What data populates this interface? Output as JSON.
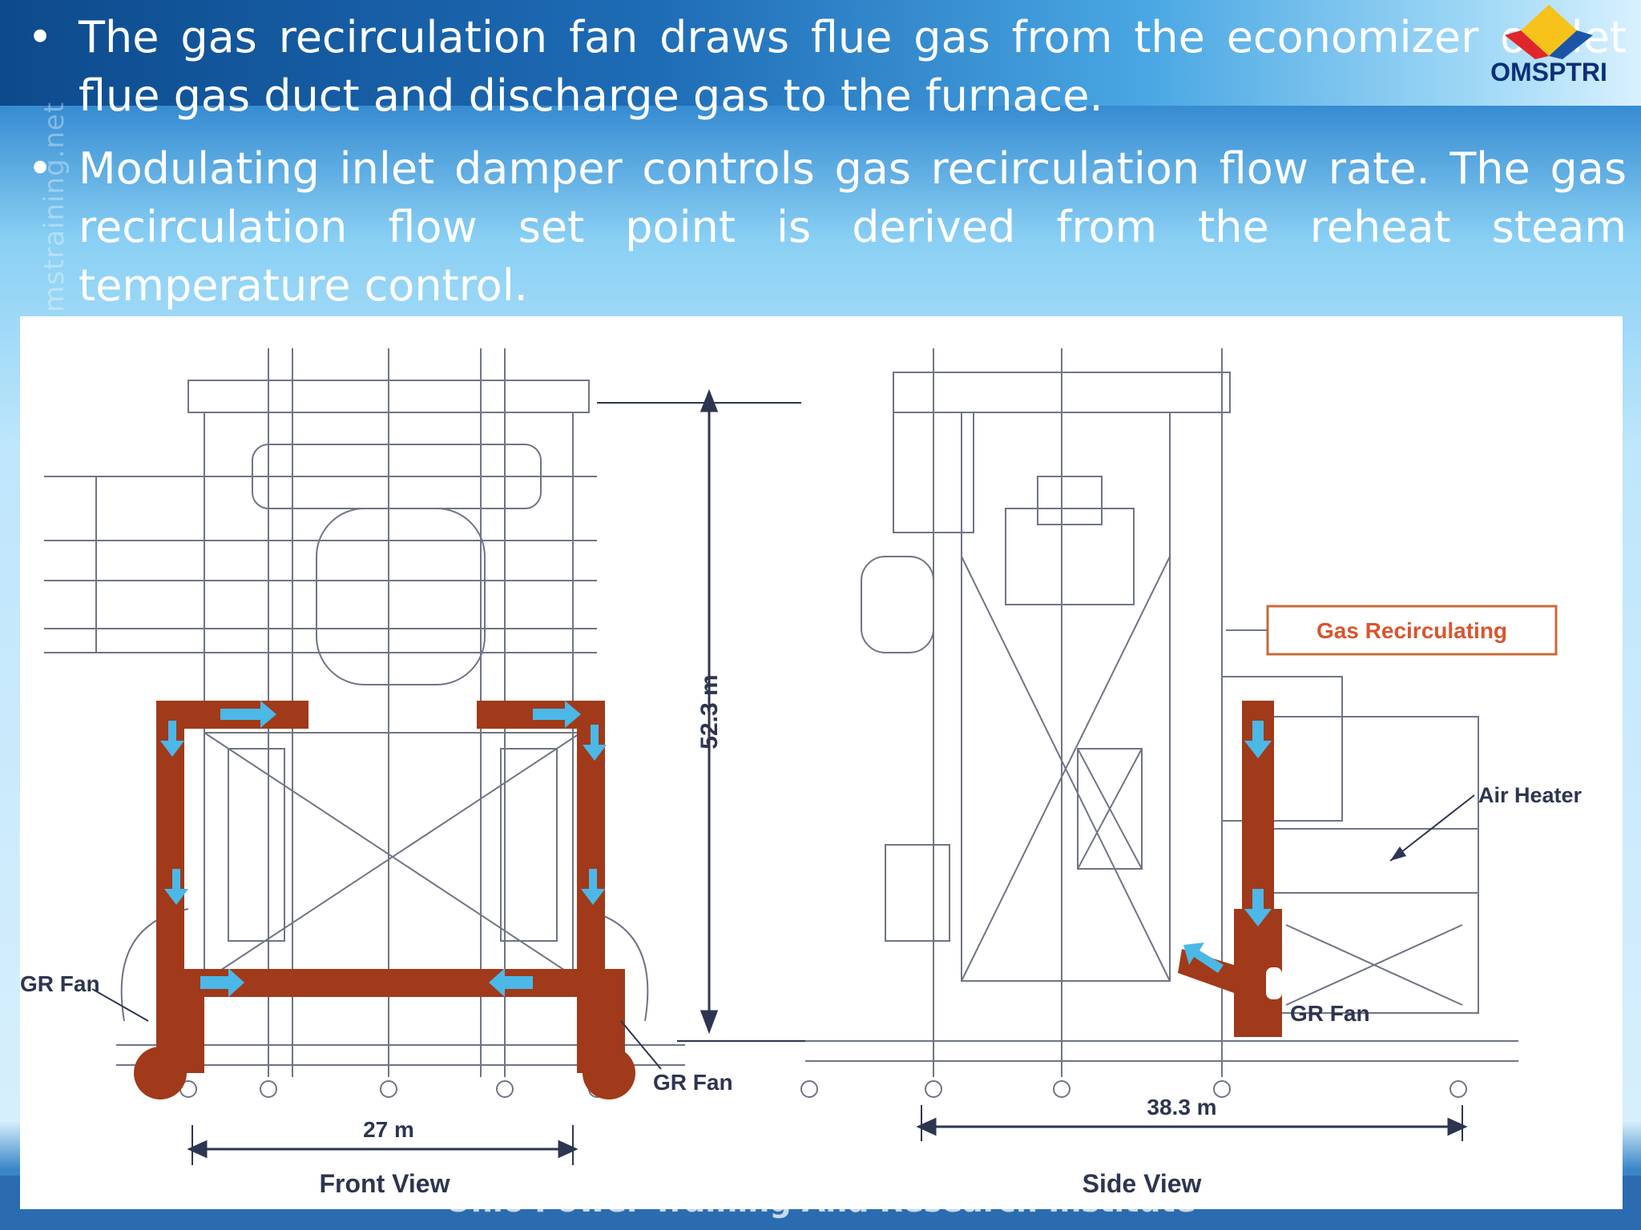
{
  "slide": {
    "bullets": [
      {
        "text": "The gas recirculation fan draws flue gas from the economizer outlet flue gas duct and discharge gas to the furnace."
      },
      {
        "text": "Modulating inlet damper controls gas recirculation flow rate. The gas recirculation flow set point is derived from the reheat steam temperature control."
      }
    ],
    "bullet_symbol": "•",
    "watermark": "mstraining.net",
    "logo": {
      "text": "OMSPTRI",
      "colors": [
        "#f7c21a",
        "#e0262b",
        "#1b55a8"
      ]
    },
    "footer": "Ohio Power Training And Research Institute"
  },
  "figure": {
    "front_view": {
      "caption": "Front View",
      "height_dim": "52.3 m",
      "width_dim": "27 m",
      "fan_labels": [
        "GR Fan",
        "GR Fan"
      ]
    },
    "side_view": {
      "caption": "Side View",
      "width_dim": "38.3 m",
      "callout": "Gas Recirculating",
      "air_heater": "Air Heater",
      "fan_label": "GR Fan"
    },
    "colors": {
      "duct": "#a03a1a",
      "arrow": "#4bb8e8",
      "line": "#6f7585",
      "callout_border": "#c86a3a",
      "callout_text": "#d9552f"
    }
  }
}
